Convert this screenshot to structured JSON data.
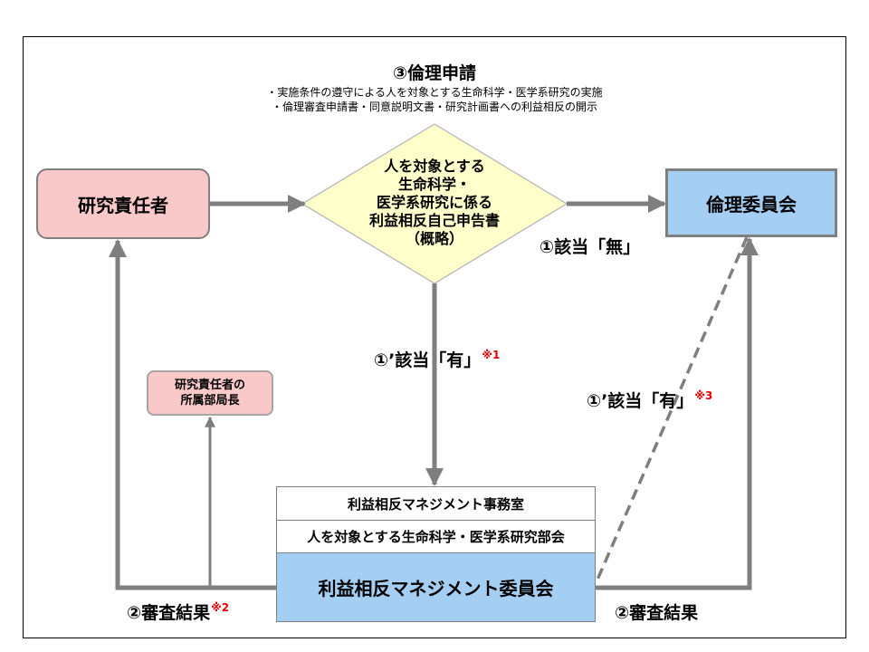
{
  "ethics_application": {
    "title": "③倫理申請",
    "notes": [
      "・実施条件の遵守による人を対象とする生命科学・医学系研究の実施",
      "・倫理審査申請書・同意説明文書・研究計画書への利益相反の開示"
    ]
  },
  "nodes": {
    "researcher": "研究責任者",
    "dept_head": [
      "研究責任者の",
      "所属部局長"
    ],
    "declaration": [
      "人を対象とする",
      "生命科学・",
      "医学系研究に係る",
      "利益相反自己申告書",
      "（概略）"
    ],
    "ethics_committee": "倫理委員会",
    "coi_office": "利益相反マネジメント事務室",
    "coi_subcommittee": "人を対象とする生命科学・医学系研究部会",
    "coi_committee": "利益相反マネジメント委員会"
  },
  "edge_labels": {
    "none": "①該当「無」",
    "yes_1": "①’該当「有」",
    "yes_1_mark": "※1",
    "yes_3": "①’該当「有」",
    "yes_3_mark": "※3",
    "result_left": "②審査結果",
    "result_left_mark": "※2",
    "result_right": "②審査結果"
  },
  "colors": {
    "researcher_fill": "#f9c9c9",
    "committee_fill": "#a4cff3",
    "diamond_fill": "#ffffcc",
    "arrow": "#7f7f7f",
    "note_mark": "#e00000"
  }
}
